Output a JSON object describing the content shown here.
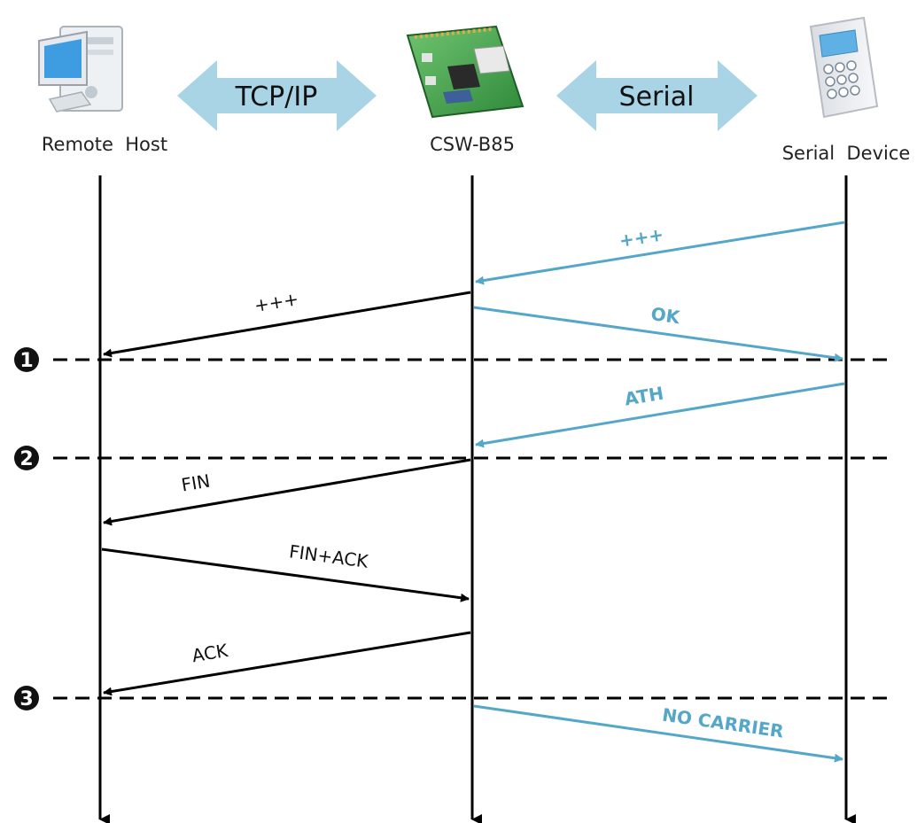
{
  "colors": {
    "serial_arrow": "#54a7c8",
    "line": "#000000",
    "protocol_arrow": "#a8d4e6",
    "step_circle": "#111111"
  },
  "nodes": {
    "remote_host": {
      "label": "Remote  Host",
      "icon": "desktop-computer-icon"
    },
    "module": {
      "label": "CSW-B85",
      "icon": "circuit-board-icon"
    },
    "serial_device": {
      "label": "Serial  Device",
      "icon": "keypad-device-icon"
    }
  },
  "protocols": {
    "tcp": "TCP/IP",
    "serial": "Serial"
  },
  "steps": [
    "1",
    "2",
    "3"
  ],
  "messages": [
    {
      "text": "+++",
      "from": "serial_device",
      "to": "module",
      "color": "blue"
    },
    {
      "text": "+++",
      "from": "module",
      "to": "remote_host",
      "color": "black"
    },
    {
      "text": "OK",
      "from": "module",
      "to": "serial_device",
      "color": "blue"
    },
    {
      "text": "ATH",
      "from": "serial_device",
      "to": "module",
      "color": "blue"
    },
    {
      "text": "FIN",
      "from": "module",
      "to": "remote_host",
      "color": "black"
    },
    {
      "text": "FIN+ACK",
      "from": "remote_host",
      "to": "module",
      "color": "black"
    },
    {
      "text": "ACK",
      "from": "module",
      "to": "remote_host",
      "color": "black"
    },
    {
      "text": "NO CARRIER",
      "from": "module",
      "to": "serial_device",
      "color": "blue"
    }
  ]
}
